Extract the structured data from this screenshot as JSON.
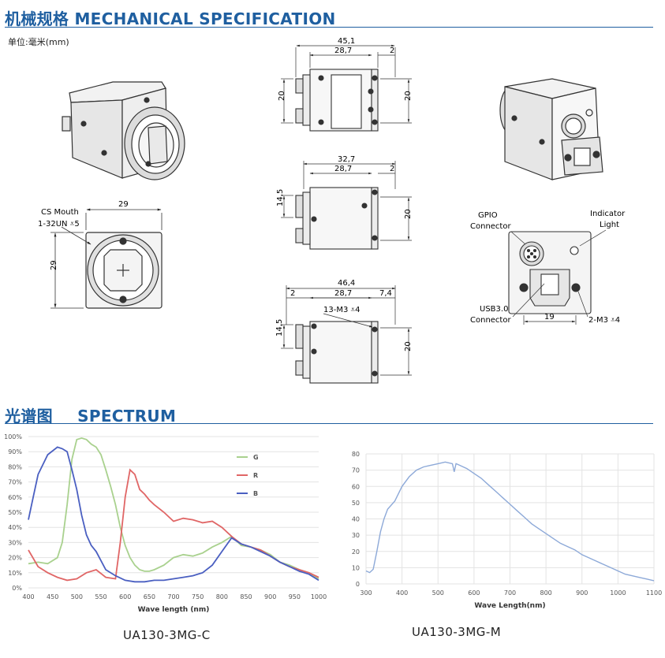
{
  "mechanical": {
    "title": "机械规格 MECHANICAL SPECIFICATION",
    "unit": "单位:毫米(mm)",
    "front_view": {
      "width": "29",
      "height": "29",
      "mount_line1": "CS Mouth",
      "mount_line2": "1-32UN ⩡5"
    },
    "top_view": {
      "overall": "45,1",
      "body": "28,7",
      "flange": "2",
      "left_h": "20",
      "right_h": "20"
    },
    "mid_view": {
      "overall": "32,7",
      "body": "28,7",
      "flange": "2",
      "left_h": "14,5",
      "right_h": "20"
    },
    "bottom_view": {
      "overall": "46,4",
      "left": "2",
      "body": "28,7",
      "right": "7,4",
      "screw": "13-M3 ⩡4",
      "left_h": "14,5",
      "right_h": "20"
    },
    "back_view": {
      "gpio_line1": "GPIO",
      "gpio_line2": "Connector",
      "light_line1": "Indicator",
      "light_line2": "Light",
      "usb_line1": "USB3.0",
      "usb_line2": "Connector",
      "width": "19",
      "screw": "2-M3 ⩡4"
    }
  },
  "spectrum": {
    "title": "光谱图",
    "title_en": "SPECTRUM",
    "color_caption": "UA130-3MG-C",
    "mono_caption": "UA130-3MG-M"
  },
  "chart_data": [
    {
      "type": "line",
      "xlabel": "Wave length (nm)",
      "ylabel": "",
      "x_ticks": [
        400,
        450,
        500,
        550,
        600,
        650,
        700,
        750,
        800,
        850,
        900,
        950,
        1000
      ],
      "y_ticks": [
        "0%",
        "10%",
        "20%",
        "30%",
        "40%",
        "50%",
        "60%",
        "70%",
        "80%",
        "90%",
        "100%"
      ],
      "xlim": [
        400,
        1000
      ],
      "ylim": [
        0,
        100
      ],
      "legend_position": "top-right",
      "series": [
        {
          "name": "G",
          "color": "#a9d18e",
          "x": [
            400,
            420,
            440,
            460,
            470,
            480,
            490,
            500,
            510,
            520,
            530,
            540,
            550,
            560,
            570,
            580,
            590,
            600,
            610,
            620,
            630,
            640,
            650,
            660,
            680,
            700,
            720,
            740,
            760,
            780,
            800,
            820,
            840,
            860,
            880,
            900,
            920,
            940,
            960,
            980,
            1000
          ],
          "y": [
            16,
            17,
            16,
            20,
            30,
            55,
            85,
            98,
            99,
            98,
            95,
            93,
            88,
            78,
            67,
            55,
            40,
            28,
            20,
            15,
            12,
            11,
            11,
            12,
            15,
            20,
            22,
            21,
            23,
            27,
            30,
            34,
            28,
            27,
            25,
            22,
            17,
            15,
            12,
            10,
            6
          ]
        },
        {
          "name": "R",
          "color": "#e06666",
          "x": [
            400,
            420,
            440,
            460,
            480,
            500,
            520,
            540,
            560,
            580,
            590,
            600,
            610,
            620,
            630,
            640,
            650,
            660,
            680,
            700,
            720,
            740,
            760,
            780,
            800,
            820,
            840,
            860,
            880,
            900,
            920,
            940,
            960,
            980,
            1000
          ],
          "y": [
            25,
            14,
            10,
            7,
            5,
            6,
            10,
            12,
            7,
            6,
            30,
            60,
            78,
            75,
            65,
            62,
            58,
            55,
            50,
            44,
            46,
            45,
            43,
            44,
            40,
            34,
            29,
            27,
            25,
            21,
            17,
            14,
            12,
            10,
            7
          ]
        },
        {
          "name": "B",
          "color": "#4a5fc1",
          "x": [
            400,
            410,
            420,
            440,
            460,
            470,
            480,
            490,
            500,
            510,
            520,
            530,
            540,
            560,
            580,
            600,
            620,
            640,
            660,
            680,
            700,
            720,
            740,
            760,
            780,
            800,
            820,
            840,
            860,
            880,
            900,
            920,
            940,
            960,
            980,
            1000
          ],
          "y": [
            45,
            60,
            75,
            88,
            93,
            92,
            90,
            78,
            65,
            48,
            35,
            28,
            24,
            12,
            8,
            5,
            4,
            4,
            5,
            5,
            6,
            7,
            8,
            10,
            15,
            24,
            33,
            29,
            27,
            24,
            21,
            17,
            14,
            11,
            9,
            5
          ]
        }
      ]
    },
    {
      "type": "line",
      "xlabel": "Wave Length(nm)",
      "ylabel": "",
      "x_ticks": [
        300,
        400,
        500,
        600,
        700,
        800,
        900,
        1000,
        1100
      ],
      "y_ticks": [
        0,
        10,
        20,
        30,
        40,
        50,
        60,
        70,
        80
      ],
      "xlim": [
        300,
        1100
      ],
      "ylim": [
        0,
        80
      ],
      "series": [
        {
          "color": "#8da9d8",
          "x": [
            300,
            310,
            320,
            330,
            340,
            350,
            360,
            380,
            400,
            420,
            440,
            460,
            480,
            500,
            520,
            540,
            545,
            550,
            560,
            580,
            600,
            620,
            640,
            660,
            680,
            700,
            720,
            740,
            760,
            780,
            800,
            820,
            840,
            860,
            880,
            900,
            920,
            940,
            960,
            980,
            1000,
            1020,
            1040,
            1060,
            1080,
            1100
          ],
          "y": [
            8,
            7,
            9,
            20,
            32,
            40,
            46,
            51,
            60,
            66,
            70,
            72,
            73,
            74,
            75,
            74,
            69,
            74,
            73,
            71,
            68,
            65,
            61,
            57,
            53,
            49,
            45,
            41,
            37,
            34,
            31,
            28,
            25,
            23,
            21,
            18,
            16,
            14,
            12,
            10,
            8,
            6,
            5,
            4,
            3,
            2
          ]
        }
      ]
    }
  ]
}
